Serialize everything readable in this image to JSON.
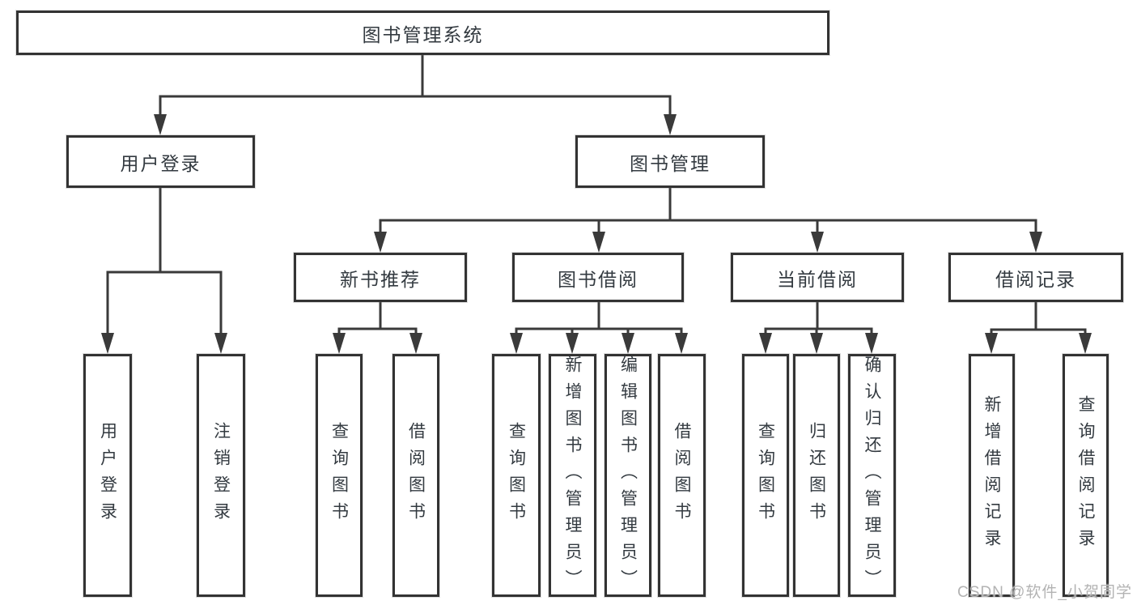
{
  "tree": {
    "root": "图书管理系统",
    "login": {
      "label": "用户登录",
      "children": [
        "用户登录",
        "注销登录"
      ]
    },
    "manage": {
      "label": "图书管理",
      "sections": [
        {
          "label": "新书推荐",
          "children": [
            "查询图书",
            "借阅图书"
          ]
        },
        {
          "label": "图书借阅",
          "children": [
            "查询图书",
            "新增图书（管理员）",
            "编辑图书（管理员）",
            "借阅图书"
          ]
        },
        {
          "label": "当前借阅",
          "children": [
            "查询图书",
            "归还图书",
            "确认归还（管理员）"
          ]
        },
        {
          "label": "借阅记录",
          "children": [
            "新增借阅记录",
            "查询借阅记录"
          ]
        }
      ]
    }
  },
  "watermark": "CSDN @软件_小贺同学",
  "colors": {
    "box_border": "#333333",
    "connector_line": "#3a3a3a",
    "text": "#333a40",
    "watermark_text": "#b3b3b3",
    "background": "#ffffff"
  }
}
